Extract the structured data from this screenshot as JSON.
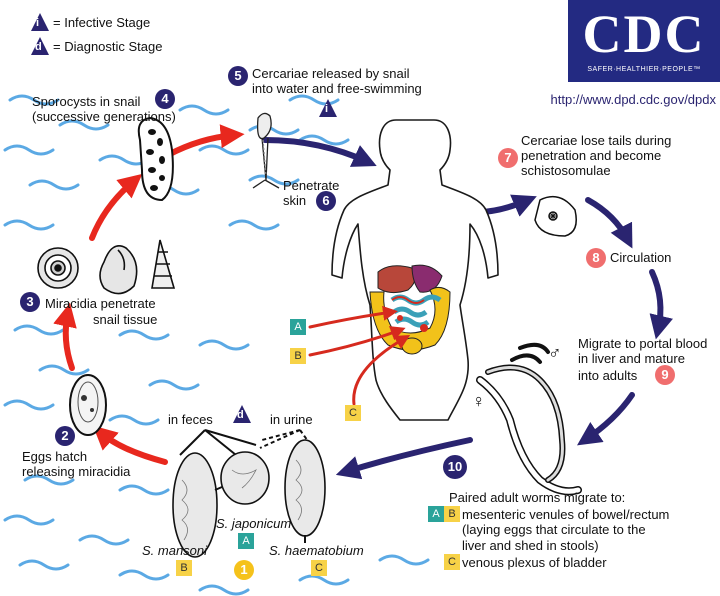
{
  "legend": {
    "infective_symbol": "i",
    "infective_label": "= Infective Stage",
    "diagnostic_symbol": "d",
    "diagnostic_label": "= Diagnostic Stage"
  },
  "logo": {
    "text": "CDC",
    "tagline": "SAFER·HEALTHIER·PEOPLE™",
    "url": "http://www.dpd.cdc.gov/dpdx"
  },
  "steps": [
    {
      "num": "1",
      "color": "#f5c21b"
    },
    {
      "num": "2",
      "label_lines": [
        "Eggs hatch",
        "releasing miracidia"
      ]
    },
    {
      "num": "3",
      "label_lines": [
        "Miracidia penetrate",
        "snail tissue"
      ]
    },
    {
      "num": "4",
      "label_lines": [
        "Sporocysts in snail",
        "(successive generations)"
      ]
    },
    {
      "num": "5",
      "label_lines": [
        "Cercariae released by snail",
        "into water and free-swimming"
      ]
    },
    {
      "num": "6",
      "label_lines": [
        "Penetrate",
        "skin"
      ]
    },
    {
      "num": "7",
      "label_lines": [
        "Cercariae lose tails during",
        "penetration and become",
        "schistosomulae"
      ]
    },
    {
      "num": "8",
      "label_lines": [
        "Circulation"
      ]
    },
    {
      "num": "9",
      "label_lines": [
        "Migrate to portal blood",
        "in liver and mature",
        "into adults"
      ]
    },
    {
      "num": "10",
      "label_lines": [
        "Paired adult worms migrate to:",
        "mesenteric venules of bowel/rectum",
        "(laying eggs that circulate to the",
        "liver and shed in stools)",
        "venous plexus of bladder"
      ]
    }
  ],
  "eggs": {
    "in_feces": "in feces",
    "in_urine": "in urine",
    "species": [
      {
        "name": "S. mansoni",
        "code": "B"
      },
      {
        "name": "S. japonicum",
        "code": "A"
      },
      {
        "name": "S. haematobium",
        "code": "C"
      }
    ]
  },
  "site_codes": [
    "A",
    "B",
    "C"
  ],
  "sex_symbols": {
    "male": "♂",
    "female": "♀"
  },
  "colors": {
    "navy": "#2a2470",
    "red_arrow": "#e8281e",
    "salmon": "#f06e6e",
    "teal": "#2aa39a",
    "yellow": "#f5c21b",
    "water": "#3f9be0"
  }
}
